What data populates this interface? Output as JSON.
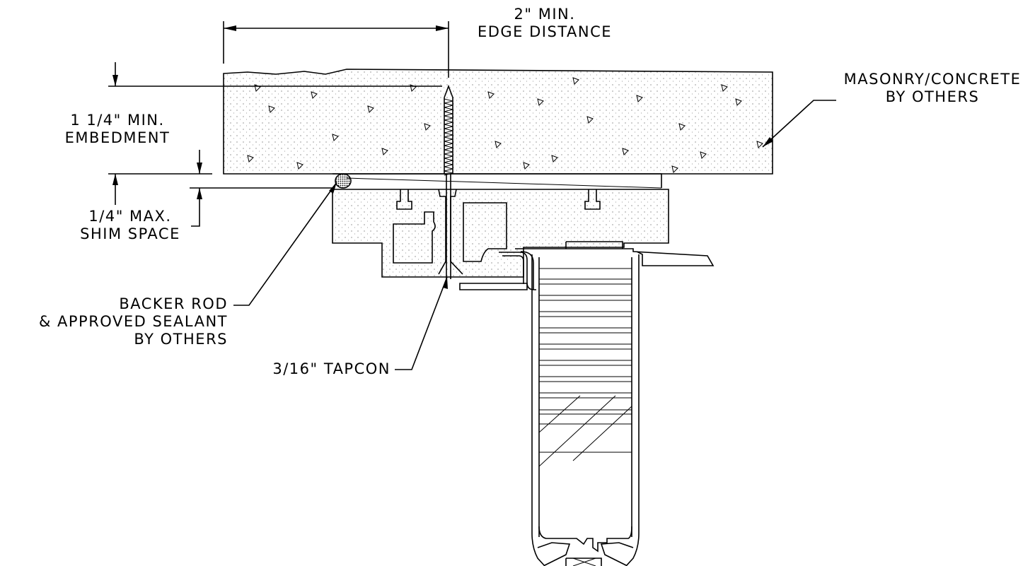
{
  "drawing": {
    "title": "",
    "labels": {
      "edge_distance": [
        "2\" MIN.",
        "EDGE DISTANCE"
      ],
      "masonry": [
        "MASONRY/CONCRETE",
        "BY OTHERS"
      ],
      "embedment": [
        "1 1/4\" MIN.",
        "EMBEDMENT"
      ],
      "shim": [
        "1/4\" MAX.",
        "SHIM SPACE"
      ],
      "backer_rod": [
        "BACKER ROD",
        "& APPROVED SEALANT",
        "BY OTHERS"
      ],
      "tapcon": "3/16\" TAPCON"
    }
  }
}
